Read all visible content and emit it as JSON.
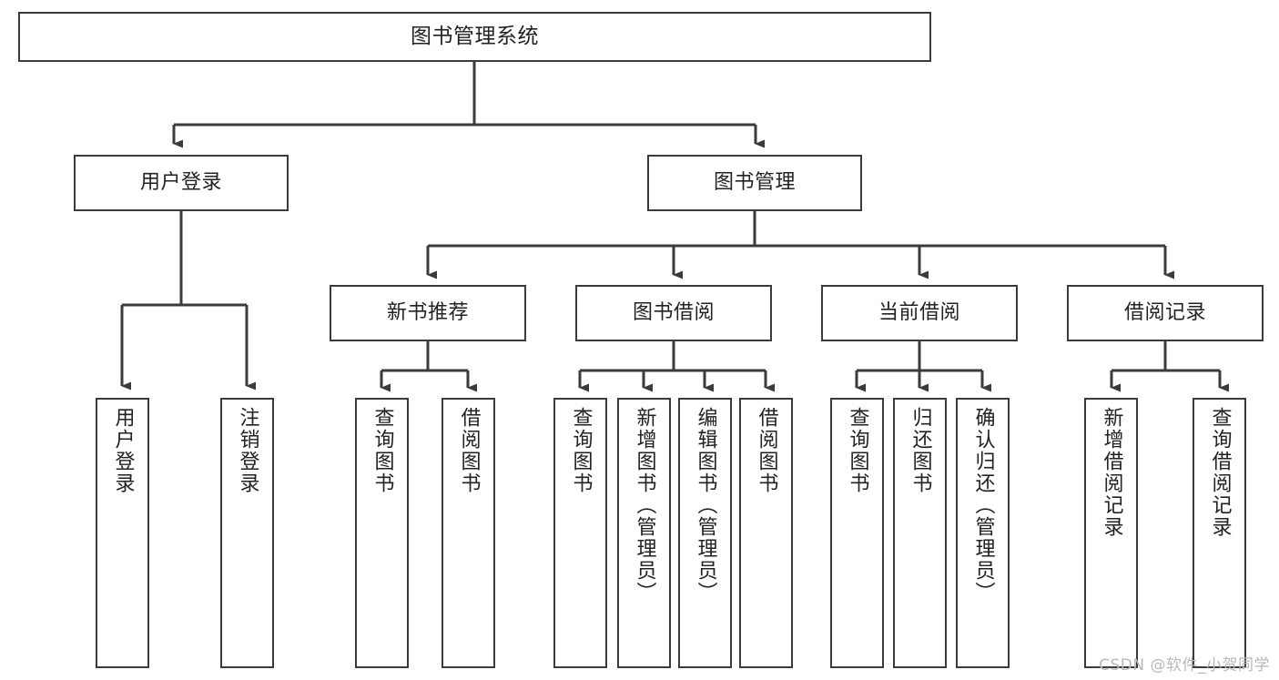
{
  "diagram": {
    "title": "图书管理系统",
    "type": "hierarchy-tree",
    "orientation": "top-down",
    "line_color": "#3b3b3b",
    "box_fill": "#ffffff",
    "text_color": "#222222",
    "levels": 4,
    "nodes": {
      "root": {
        "label": "图书管理系统"
      },
      "l2": [
        {
          "label": "用户登录"
        },
        {
          "label": "图书管理"
        }
      ],
      "l3": [
        {
          "label": "新书推荐"
        },
        {
          "label": "图书借阅"
        },
        {
          "label": "当前借阅"
        },
        {
          "label": "借阅记录"
        }
      ],
      "leaves_user_login": [
        {
          "label": "用户登录"
        },
        {
          "label": "注销登录"
        }
      ],
      "leaves_new_book": [
        {
          "label": "查询图书"
        },
        {
          "label": "借阅图书"
        }
      ],
      "leaves_borrow": [
        {
          "label": "查询图书"
        },
        {
          "label": "新增图书（管理员）"
        },
        {
          "label": "编辑图书（管理员）"
        },
        {
          "label": "借阅图书"
        }
      ],
      "leaves_current": [
        {
          "label": "查询图书"
        },
        {
          "label": "归还图书"
        },
        {
          "label": "确认归还（管理员）"
        }
      ],
      "leaves_records": [
        {
          "label": "新增借阅记录"
        },
        {
          "label": "查询借阅记录"
        }
      ]
    }
  },
  "watermark": {
    "text": "CSDN @软件_小贺同学"
  }
}
